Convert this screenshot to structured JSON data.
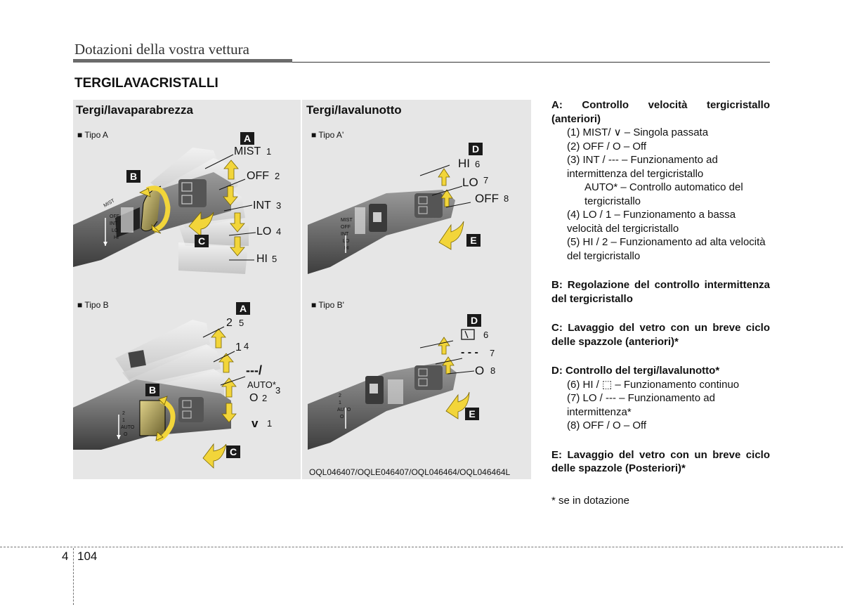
{
  "header": {
    "title": "Dotazioni della vostra vettura"
  },
  "section_title": "TERGILAVACRISTALLI",
  "panels": {
    "front": {
      "heading": "Tergi/lavaparabrezza",
      "tipo_a": "■ Tipo A",
      "tipo_b": "■ Tipo B",
      "a_labels": [
        "MIST",
        "1",
        "OFF",
        "2",
        "INT",
        "3",
        "LO",
        "4",
        "HI",
        "5"
      ],
      "b_labels": [
        "2",
        "5",
        "1",
        "4",
        "---/",
        "AUTO*",
        "3",
        "O",
        "2",
        "v",
        "1"
      ],
      "letters": [
        "A",
        "B",
        "C"
      ]
    },
    "rear": {
      "heading": "Tergi/lavalunotto",
      "tipo_a": "■ Tipo A'",
      "tipo_b": "■ Tipo B'",
      "a_labels": [
        "HI",
        "6",
        "LO",
        "7",
        "OFF",
        "8"
      ],
      "b_labels": [
        "6",
        "- - -",
        "7",
        "O",
        "8"
      ],
      "letters": [
        "D",
        "E"
      ],
      "ref_code": "OQL046407/OQLE046407/OQL046464/OQL046464L"
    }
  },
  "legend": {
    "A": {
      "title": "A: Controllo velocità tergicristallo (anteriori)",
      "items": [
        "(1) MIST/ ∨ – Singola passata",
        "(2) OFF / O – Off",
        "(3) INT / --- – Funzionamento ad intermittenza del tergicristallo",
        "AUTO* – Controllo automatico del tergicristallo",
        "(4) LO / 1 – Funzionamento a bassa velocità del tergicristallo",
        "(5) HI / 2 – Funzionamento ad alta velocità del tergicristallo"
      ]
    },
    "B": {
      "title": "B: Regolazione del controllo intermittenza del tergicristallo"
    },
    "C": {
      "title": "C: Lavaggio del vetro con un breve ciclo delle spazzole (anteriori)*"
    },
    "D": {
      "title": "D: Controllo del tergi/lavalunotto*",
      "items": [
        "(6) HI / ⬚ – Funzionamento continuo",
        "(7) LO / --- – Funzionamento ad intermittenza*",
        "(8) OFF / O – Off"
      ]
    },
    "E": {
      "title": "E: Lavaggio del vetro con un breve ciclo delle spazzole (Posteriori)*"
    },
    "footnote": "* se in dotazione"
  },
  "footer": {
    "chapter": "4",
    "page": "104"
  },
  "colors": {
    "arrow_yellow": "#f2d53a",
    "letter_box": "#1a1a1a",
    "panel_bg": "#e6e6e6"
  }
}
